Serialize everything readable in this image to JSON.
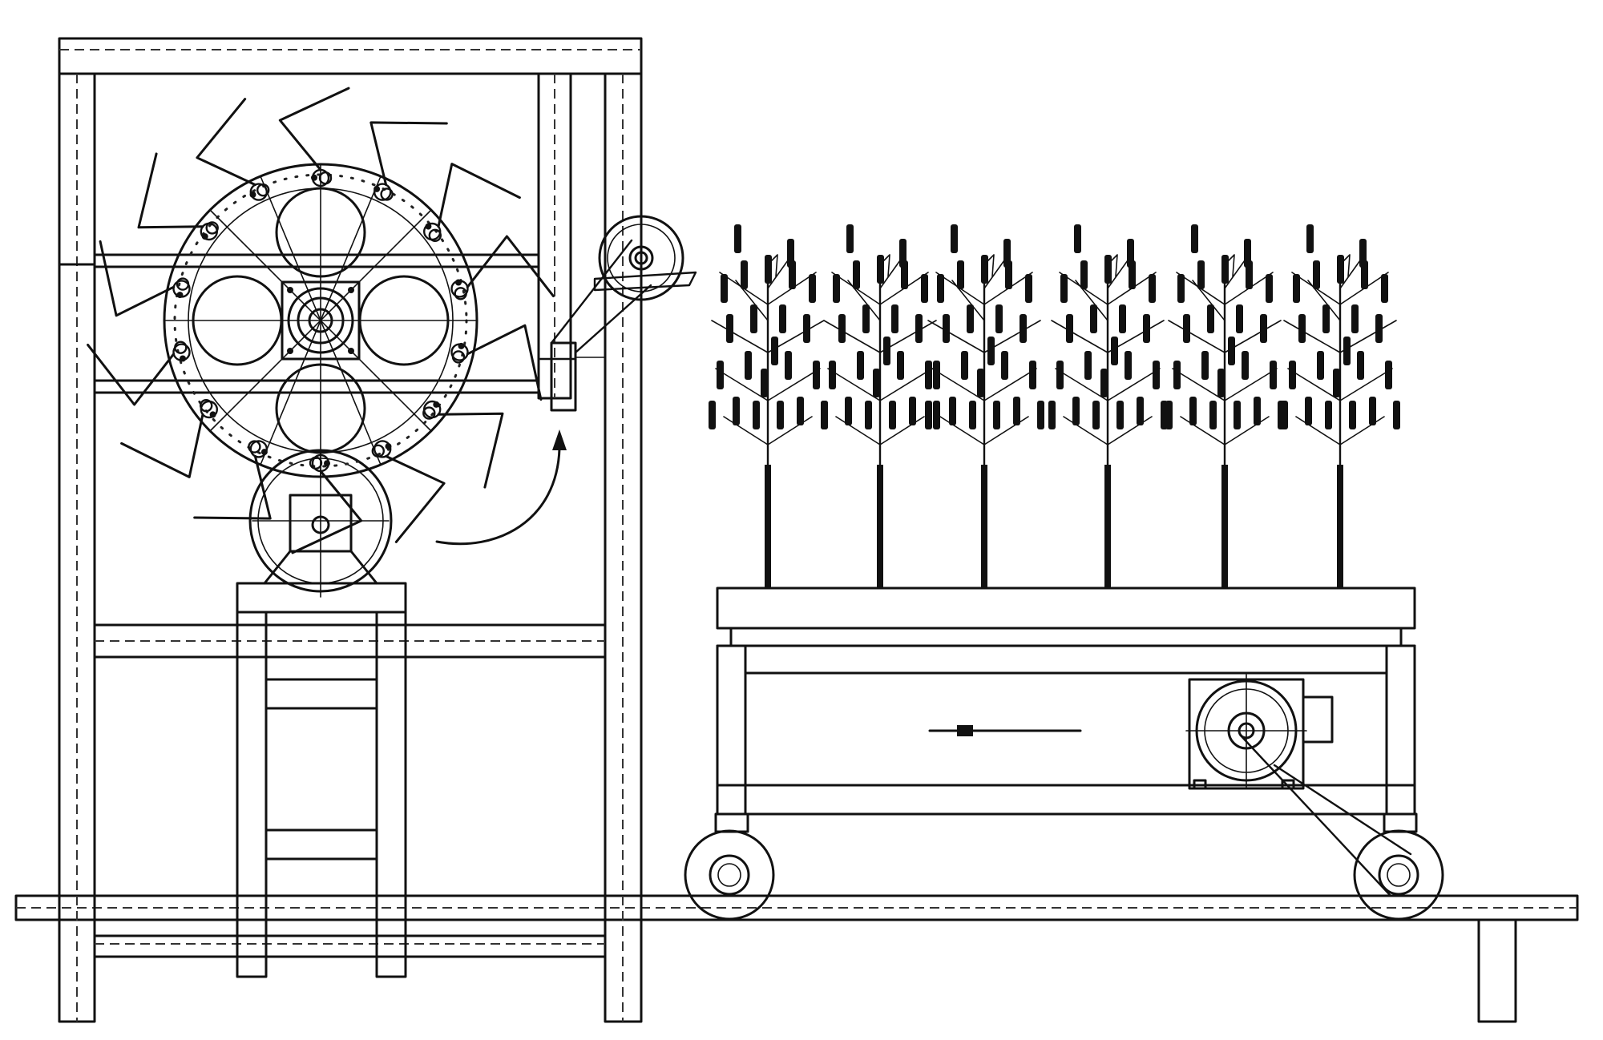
{
  "figure": {
    "type": "technical line drawing",
    "background_color": "#ffffff",
    "line_color": "#111111",
    "components": [
      "support-frame",
      "rotary-thresher-drum",
      "idler-pulley",
      "drive-motor",
      "trolley-cart",
      "cart-motor",
      "crop-plants",
      "ground-rail"
    ],
    "tine_count": 14,
    "plant_count": 6,
    "wheel_count": 2
  }
}
